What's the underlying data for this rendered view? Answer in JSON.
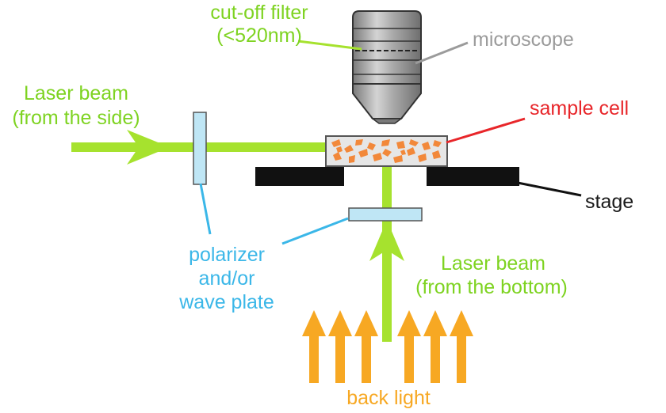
{
  "labels": {
    "cutoff_filter_line1": "cut-off filter",
    "cutoff_filter_line2": "(<520nm)",
    "microscope": "microscope",
    "laser_side_line1": "Laser beam",
    "laser_side_line2": "(from the side)",
    "sample_cell": "sample cell",
    "stage": "stage",
    "polarizer_line1": "polarizer",
    "polarizer_line2": "and/or",
    "polarizer_line3": "wave plate",
    "laser_bottom_line1": "Laser beam",
    "laser_bottom_line2": "(from the bottom)",
    "back_light": "back light"
  },
  "colors": {
    "laser": "#a6e22e",
    "label_green": "#7ed321",
    "microscope_label": "#9b9b9b",
    "sample_cell_label": "#e8262a",
    "stage_label": "#1a1a1a",
    "polarizer_label": "#3bb7e8",
    "back_light": "#f7a823",
    "sample_particles": "#f2883a",
    "stage_block": "#111111",
    "polarizer_fill": "#bfe6f5",
    "sample_cell_fill": "#e6e6e6"
  }
}
